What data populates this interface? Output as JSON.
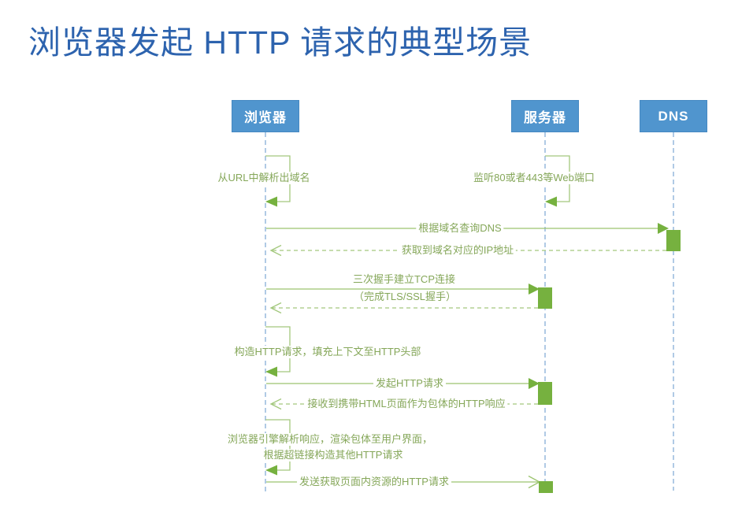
{
  "title": "浏览器发起 HTTP 请求的典型场景",
  "actors": [
    {
      "id": "browser",
      "label": "浏览器"
    },
    {
      "id": "server",
      "label": "服务器"
    },
    {
      "id": "dns",
      "label": "DNS"
    }
  ],
  "messages": {
    "browser_parse_url": "从URL中解析出域名",
    "server_listen_ports": "监听80或者443等Web端口",
    "dns_query": "根据域名查询DNS",
    "dns_reply": "获取到域名对应的IP地址",
    "tcp_line1": "三次握手建立TCP连接",
    "tcp_line2": "（完成TLS/SSL握手）",
    "build_request": "构造HTTP请求，填充上下文至HTTP头部",
    "send_request": "发起HTTP请求",
    "receive_response": "接收到携带HTML页面作为包体的HTTP响应",
    "render_line1": "浏览器引擎解析响应，渲染包体至用户界面，",
    "render_line2": "根据超链接构造其他HTTP请求",
    "fetch_resources": "发送获取页面内资源的HTTP请求"
  },
  "colors": {
    "title_blue": "#2d63ae",
    "actor_fill": "#5095ce",
    "lifeline_blue": "#8fb3da",
    "arrow_green": "#9cc46f",
    "solid_green": "#76b13f",
    "text_green": "#85a759"
  }
}
